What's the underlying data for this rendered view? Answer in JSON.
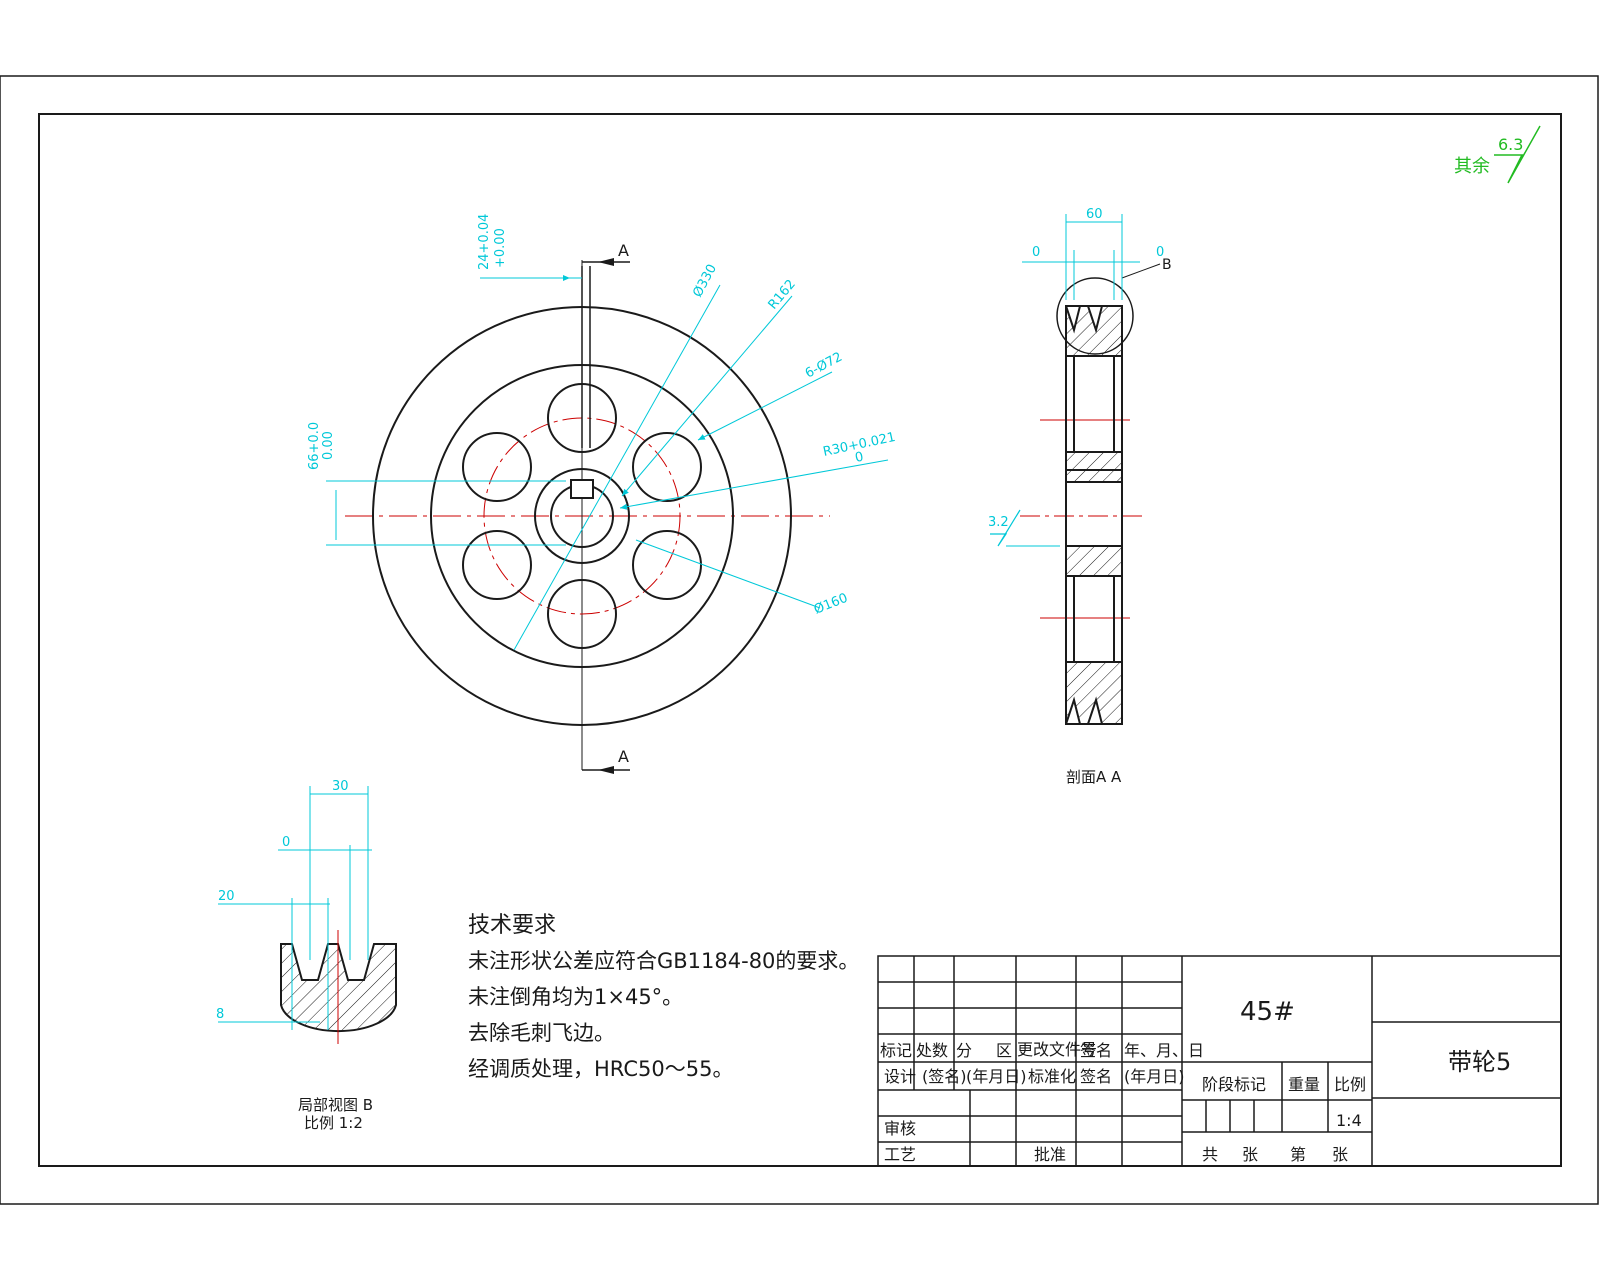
{
  "roughness": {
    "prefix": "其余",
    "value": "6.3",
    "section_value": "3.2"
  },
  "front_view": {
    "dims": {
      "keyway_width": "24+0.04",
      "keyway_width_tol": "+0.00",
      "d_outer": "Ø330",
      "r_web": "R162",
      "holes": "6-Ø72",
      "bore": "R30+0.021",
      "bore_tol": "0",
      "d_holes": "Ø160",
      "key_depth": "66+0.0",
      "key_depth_tol": "0.00"
    },
    "section_mark_top": "A",
    "section_mark_bottom": "A"
  },
  "section_view": {
    "dims": {
      "width": "60",
      "left": "0",
      "right": "0"
    },
    "detail_mark": "B",
    "label": "剖面A A"
  },
  "detail_view": {
    "dims": {
      "width": "30",
      "top": "0",
      "mid": "20",
      "bottom": "8"
    },
    "label_line1": "局部视图 B",
    "label_line2": "比例 1:2"
  },
  "tech_requirements": {
    "title": "技术要求",
    "items": [
      "未注形状公差应符合GB1184-80的要求。",
      "未注倒角均为1×45°。",
      "去除毛刺飞边。",
      "经调质处理，HRC50～55。"
    ]
  },
  "title_block": {
    "material": "45#",
    "part_name": "带轮5",
    "scale_value": "1:4",
    "row_revision": [
      "标记",
      "处数",
      "分",
      "区",
      "更改文件号",
      "签名",
      "年、月、日"
    ],
    "row_design": [
      "设计",
      "(签名)",
      "(年月日)",
      "标准化",
      "签名",
      "(年月日)"
    ],
    "review": "审核",
    "process": "工艺",
    "approve": "批准",
    "stage_mark": "阶段标记",
    "weight": "重量",
    "scale": "比例",
    "sheets": [
      "共",
      "张",
      "第",
      "张"
    ]
  },
  "colors": {
    "outline": "#1a1a1a",
    "dimension": "#00c8d8",
    "centerline": "#cc0000",
    "roughness": "#22bb22"
  }
}
